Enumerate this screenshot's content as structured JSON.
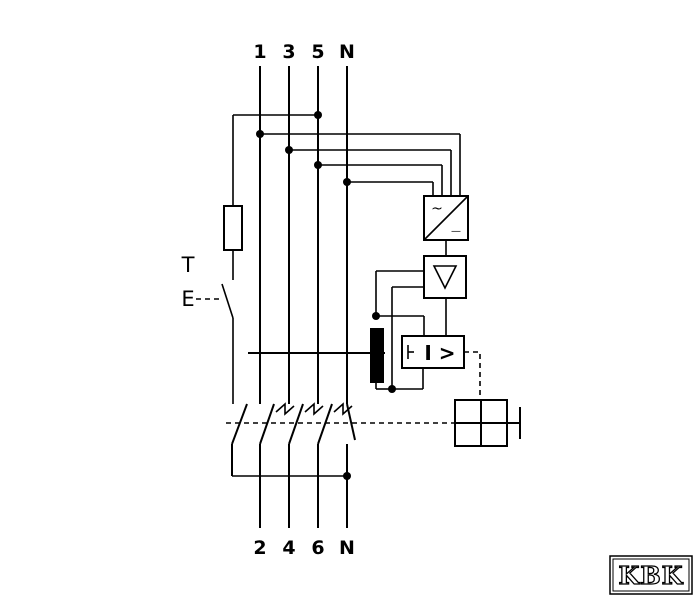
{
  "terminals_top": [
    "1",
    "3",
    "5",
    "N"
  ],
  "terminals_bottom": [
    "2",
    "4",
    "6",
    "N"
  ],
  "test_button": {
    "label_t": "T",
    "label_e": "E"
  },
  "converter": {
    "ac_symbol": "~",
    "dc_symbol": "—"
  },
  "trip_relay_label": "I >",
  "brand_logo": "KBK",
  "icons": [
    "resistor-icon",
    "ac-dc-converter-icon",
    "amplifier-triangle-icon",
    "current-transformer-icon",
    "trip-relay-icon",
    "mechanical-latch-icon",
    "switch-contact-icon"
  ]
}
